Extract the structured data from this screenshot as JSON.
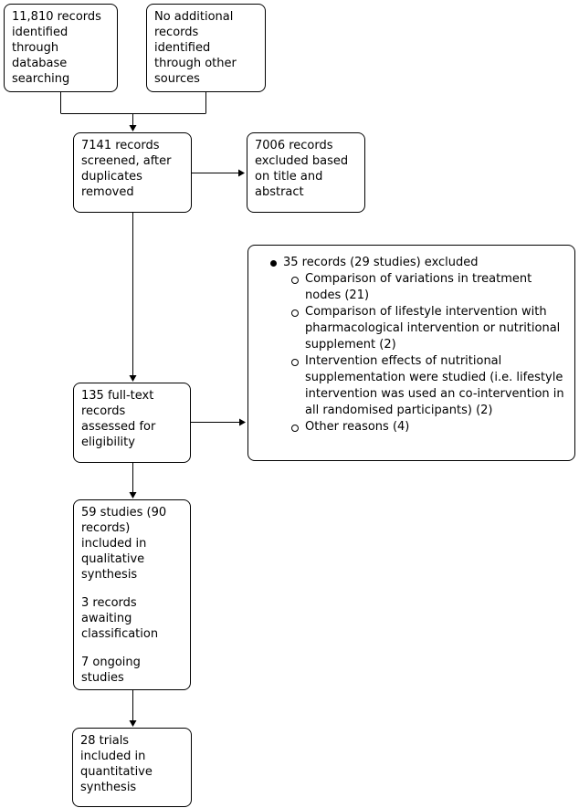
{
  "flowchart": {
    "colors": {
      "box_border": "#000000",
      "box_background": "#ffffff",
      "text": "#000000",
      "arrow": "#000000"
    },
    "boxes": {
      "identified_database": "11,810 records identified through database searching",
      "identified_other": "No additional records identified through other sources",
      "screened": "7141 records screened, after duplicates removed",
      "excluded_screening": "7006 records excluded based on title and abstract",
      "fulltext_assessed": "135 full-text records assessed for eligibility",
      "excluded_fulltext": {
        "heading": "35 records (29 studies) excluded",
        "reasons": [
          "Comparison of variations in treatment nodes (21)",
          "Comparison of lifestyle intervention with pharmacological intervention or nutritional supplement (2)",
          "Intervention effects of nutritional supplementation were studied (i.e. lifestyle intervention was used an co-intervention in all randomised participants) (2)",
          "Other reasons (4)"
        ]
      },
      "qualitative_synthesis": {
        "paragraphs": [
          "59 studies (90 records) included in qualitative synthesis",
          "3 records awaiting classification",
          "7 ongoing studies"
        ]
      },
      "quantitative_synthesis": "28 trials included in quantitative synthesis"
    }
  }
}
